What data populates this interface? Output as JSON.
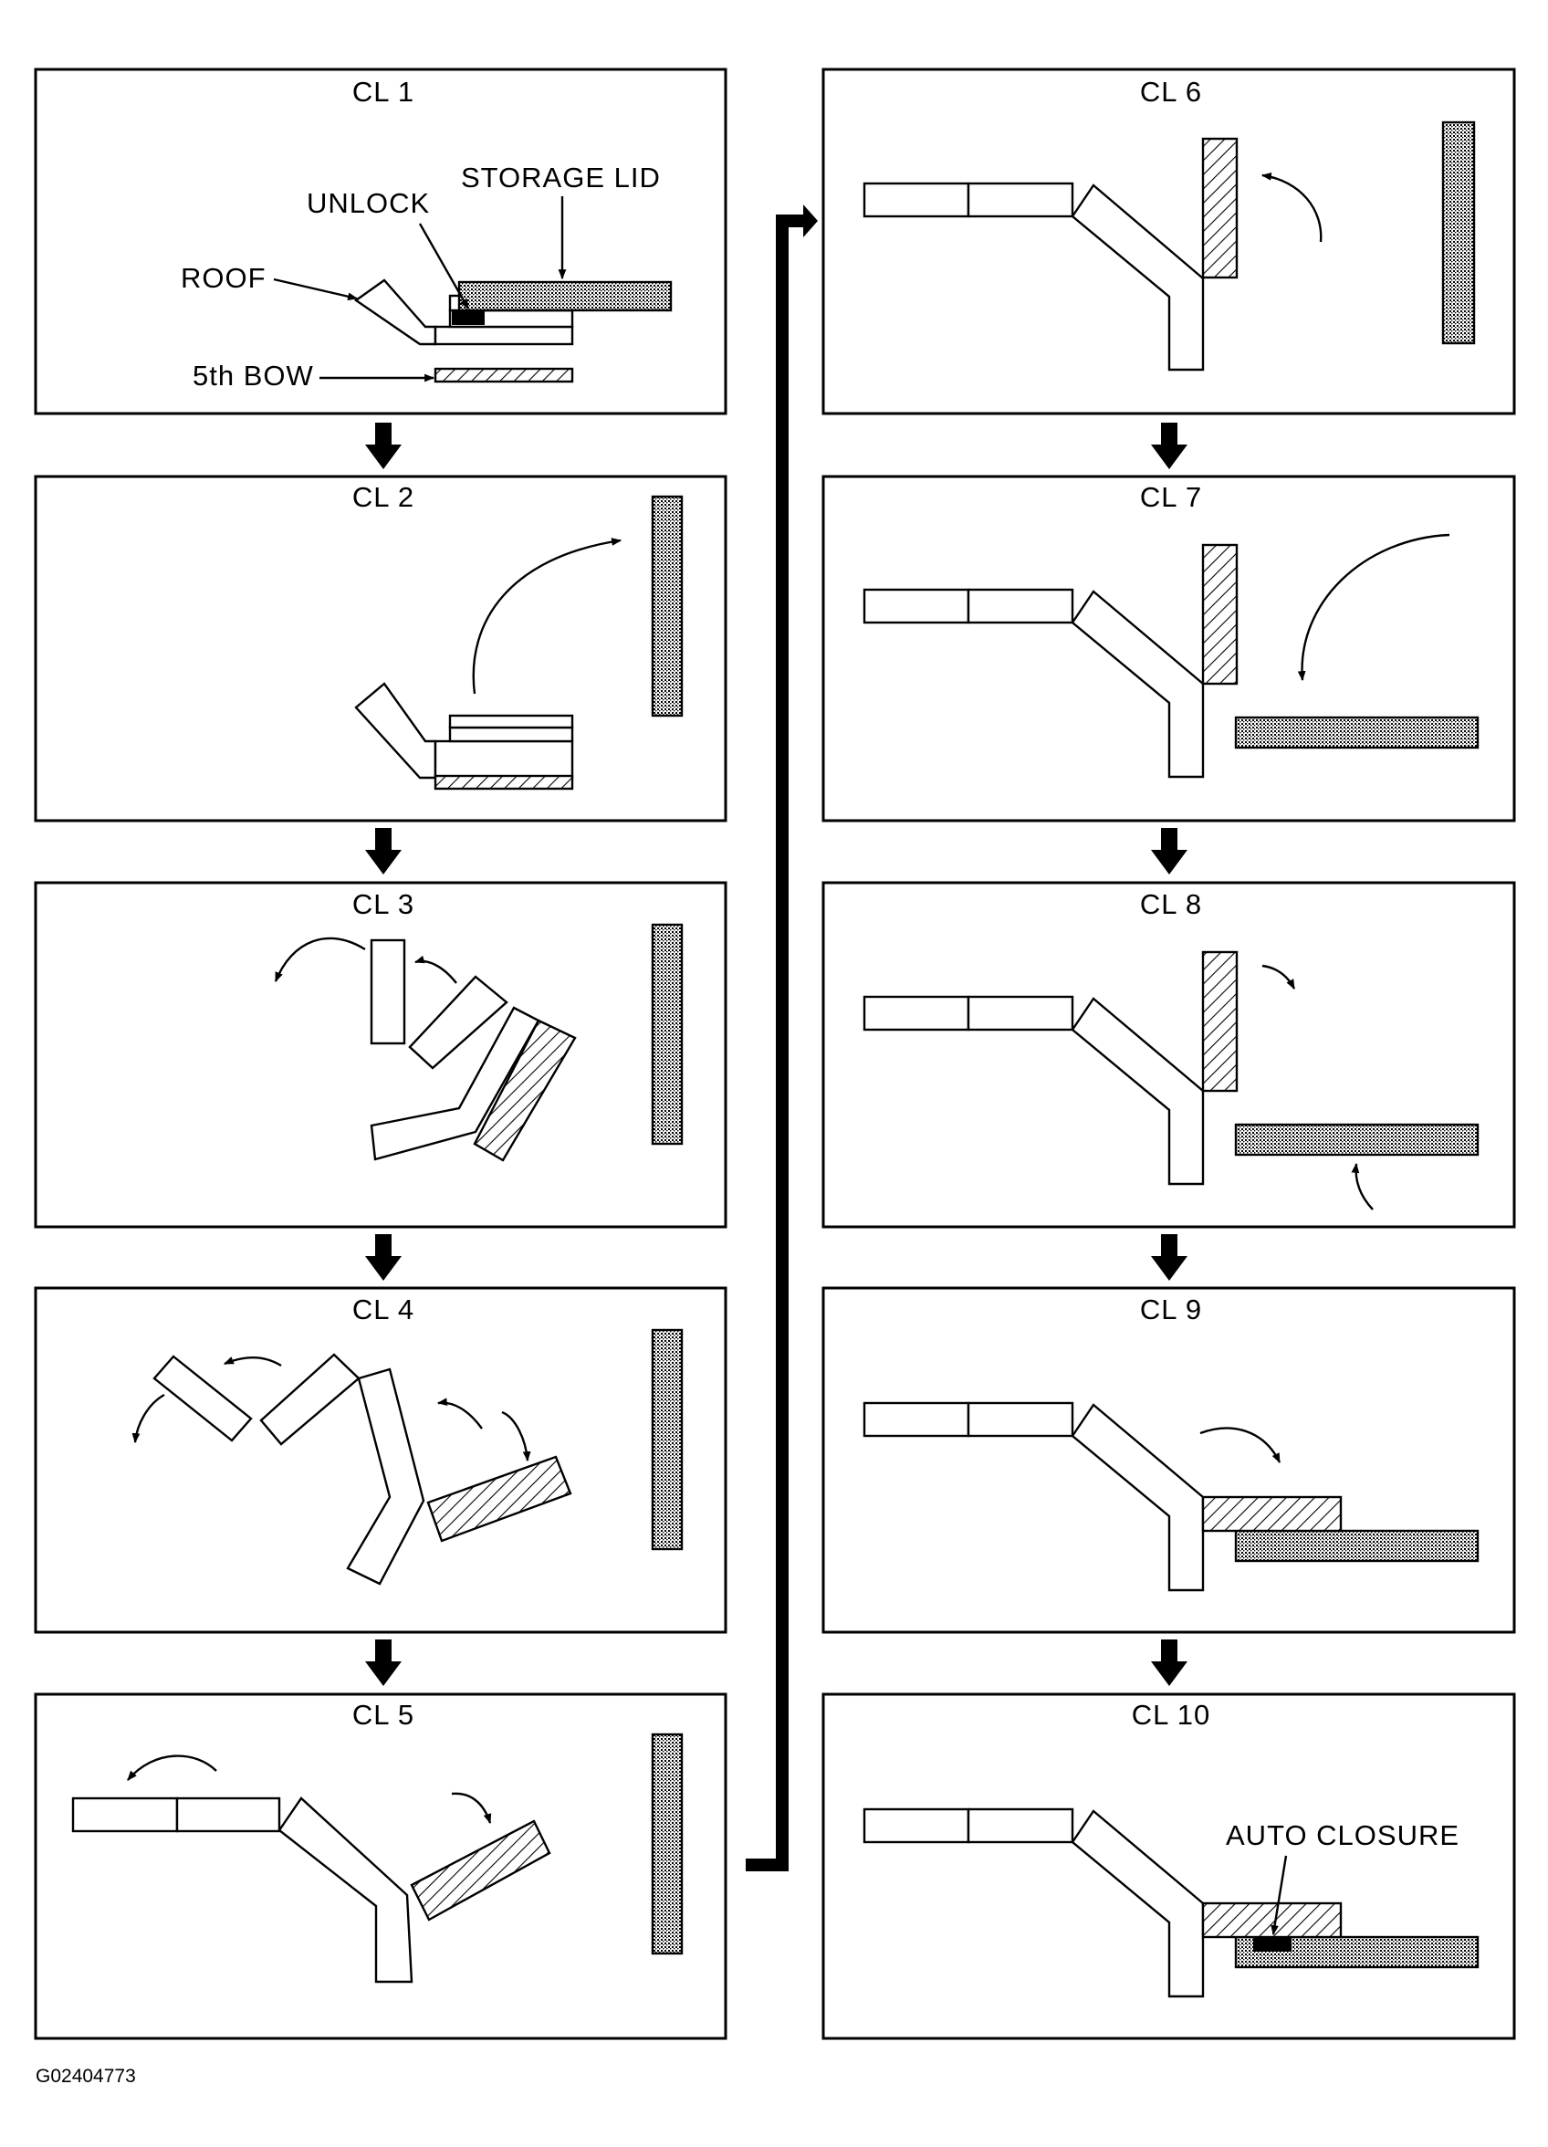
{
  "panels": [
    {
      "id": "cl1",
      "title": "CL 1"
    },
    {
      "id": "cl2",
      "title": "CL 2"
    },
    {
      "id": "cl3",
      "title": "CL 3"
    },
    {
      "id": "cl4",
      "title": "CL 4"
    },
    {
      "id": "cl5",
      "title": "CL 5"
    },
    {
      "id": "cl6",
      "title": "CL 6"
    },
    {
      "id": "cl7",
      "title": "CL 7"
    },
    {
      "id": "cl8",
      "title": "CL 8"
    },
    {
      "id": "cl9",
      "title": "CL 9"
    },
    {
      "id": "cl10",
      "title": "CL 10"
    }
  ],
  "callouts": {
    "storage_lid": "STORAGE LID",
    "unlock": "UNLOCK",
    "roof": "ROOF",
    "fifth_bow": "5th BOW",
    "auto_closure": "AUTO CLOSURE"
  },
  "figure_code": "G02404773",
  "colors": {
    "line": "#000000",
    "background": "#ffffff"
  }
}
